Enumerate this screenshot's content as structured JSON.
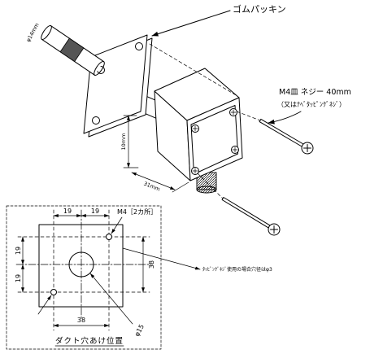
{
  "colors": {
    "line": "#000000",
    "background": "#ffffff",
    "shade": "#555555"
  },
  "assembly": {
    "rubber_packing_label": "ゴムパッキン",
    "probe_diameter_label": "φ14mm",
    "screw_spec_label": "M4皿 ネジー 40mm",
    "screw_alt_label": "（又はﾅﾍﾞﾀｯﾋﾟﾝｸﾞﾈｼﾞ）",
    "height_dimension": "10mm",
    "depth_dimension": "31mm"
  },
  "hole_plan": {
    "title": "ダクト穴あけ位置",
    "screw_hole_label": "M4［2カ所］",
    "top_dimensions": [
      "19",
      "19"
    ],
    "left_dimensions": [
      "19",
      "19"
    ],
    "right_dimension": "38",
    "bottom_dimension": "38",
    "hole_diameter": "φ15",
    "tapping_note": "ﾀｯﾋﾟﾝｸﾞﾈｼﾞ使用の場合穴径はφ3"
  }
}
